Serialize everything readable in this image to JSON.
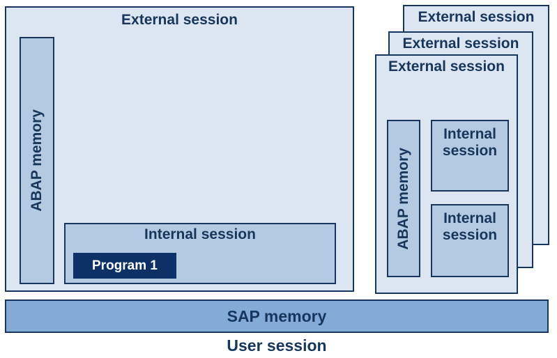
{
  "colors": {
    "border_navy": "#17365d",
    "text_navy": "#16365c",
    "outer_fill": "#dce6f2",
    "inner_fill": "#b4cae2",
    "sap_bar_fill": "#84aad6",
    "program_fill": "#0d3166",
    "program_text": "#ffffff",
    "background": "#ffffff"
  },
  "left_external": {
    "title": "External session",
    "abap_memory": "ABAP memory",
    "internal_session": {
      "title": "Internal session",
      "program": "Program 1"
    }
  },
  "right_stack": {
    "back": {
      "title": "External session"
    },
    "middle": {
      "title": "External session"
    },
    "front": {
      "title": "External session",
      "abap_memory": "ABAP memory",
      "internal_sessions": [
        {
          "label": "Internal session"
        },
        {
          "label": "Internal session"
        }
      ]
    }
  },
  "sap_memory": {
    "label": "SAP memory"
  },
  "user_session": {
    "label": "User session"
  }
}
